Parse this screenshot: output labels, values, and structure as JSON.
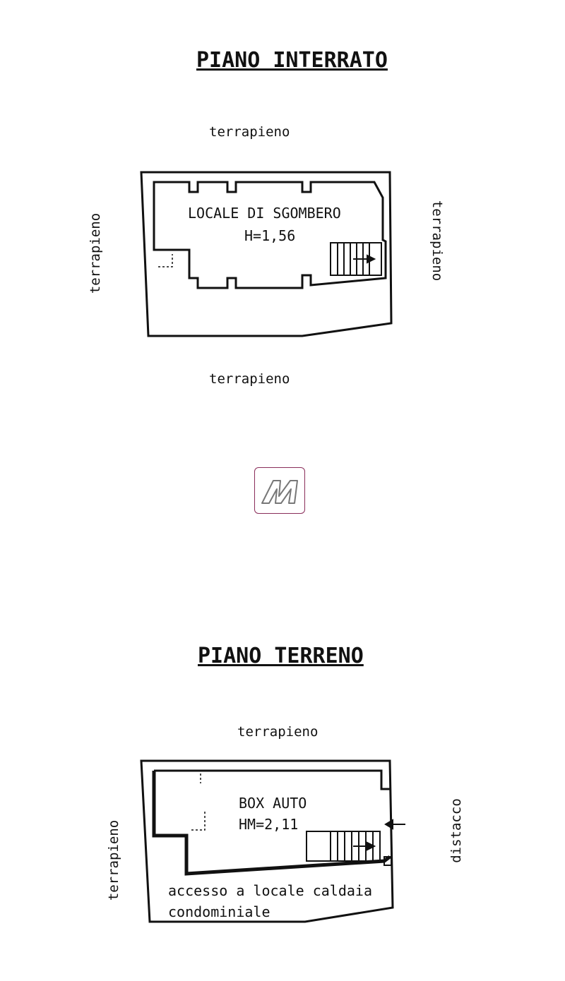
{
  "basement": {
    "title": "PIANO INTERRATO",
    "label_top": "terrapieno",
    "label_bottom": "terrapieno",
    "label_left": "terrapieno",
    "label_right": "terrapieno",
    "room_name": "LOCALE DI SGOMBERO",
    "room_height": "H=1,56"
  },
  "logo": {
    "letter": "M"
  },
  "ground": {
    "title": "PIANO TERRENO",
    "label_top": "terrapieno",
    "label_left": "terrapieno",
    "label_right": "distacco",
    "room_name": "BOX AUTO",
    "room_height": "HM=2,11",
    "note_line1": "accesso a locale caldaia",
    "note_line2": "condominiale"
  },
  "colors": {
    "ink": "#111111",
    "logo_border": "#8a2d5a"
  }
}
